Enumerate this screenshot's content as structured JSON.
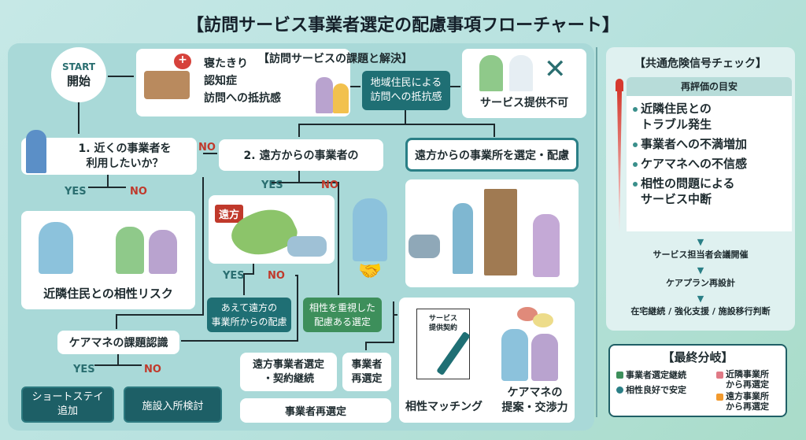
{
  "title": "【訪問サービス事業者選定の配慮事項フローチャート】",
  "start": {
    "en": "START",
    "jp": "開始"
  },
  "issues": {
    "items": [
      "寝たきり",
      "認知症",
      "訪問への抵抗感"
    ],
    "subtitle": "【訪問サービスの課題と解決】"
  },
  "resistance": "地域住民による\n訪問への抵抗感",
  "no_service": "サービス提供不可",
  "q1": "1. 近くの事業者を\n利用したいか？",
  "q2": "2. 遠方からの事業者の",
  "remote_select": "遠方からの事業所を選定・配慮",
  "labels": {
    "yes": "YES",
    "no": "NO"
  },
  "neighbor_risk": "近隣住民との相性リスク",
  "map_tag": "遠方",
  "remote_care": "あえて遠方の\n事業所からの配慮",
  "compat_select": "相性を重視した\n配慮ある選定",
  "cm_recognition": "ケアマネの課題認識",
  "short_stay": "ショートステイ\n追加",
  "facility": "施設入所検討",
  "remote_contract": "遠方事業者選定\n・契約継続",
  "reselect_small": "事業者\n再選定",
  "reselect_wide": "事業者再選定",
  "contract_doc": "サービス\n提供契約",
  "matching": "相性マッチング",
  "cm_negotiation": "ケアマネの\n提案・交渉力",
  "right": {
    "title": "【共通危険信号チェック】",
    "header": "再評価の目安",
    "signals": [
      "近隣住民との\nトラブル発生",
      "事業者への不満増加",
      "ケアマネへの不信感",
      "相性の問題による\nサービス中断"
    ],
    "steps": [
      "サービス担当者会議開催",
      "ケアプラン再設計",
      "在宅継続 / 強化支援 / 施設移行判断"
    ]
  },
  "final": {
    "title": "【最終分岐】",
    "items": [
      {
        "label": "事業者選定継続",
        "color": "#3d8f5b"
      },
      {
        "label": "相性良好で安定",
        "color": "#2a7f86"
      },
      {
        "label": "近隣事業所\nから再選定",
        "color": "#e07a86"
      },
      {
        "label": "遠方事業所\nから再選定",
        "color": "#f29a2e"
      }
    ]
  }
}
